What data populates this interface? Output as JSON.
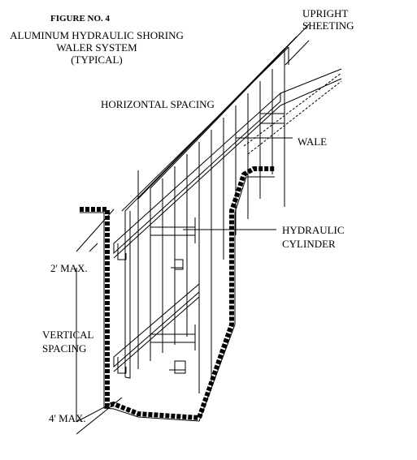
{
  "figure": {
    "number": "FIGURE NO. 4",
    "title_line1": "ALUMINUM HYDRAULIC SHORING",
    "title_line2": "WALER SYSTEM",
    "title_line3": "(TYPICAL)"
  },
  "labels": {
    "upright_line1": "UPRIGHT",
    "upright_line2": "SHEETING",
    "horizontal_spacing": "HORIZONTAL SPACING",
    "wale": "WALE",
    "hydraulic_line1": "HYDRAULIC",
    "hydraulic_line2": "CYLINDER",
    "two_max": "2' MAX.",
    "vertical_line1": "VERTICAL",
    "vertical_line2": "SPACING",
    "four_max": "4' MAX."
  },
  "colors": {
    "ink": "#000000",
    "paper": "#ffffff"
  }
}
